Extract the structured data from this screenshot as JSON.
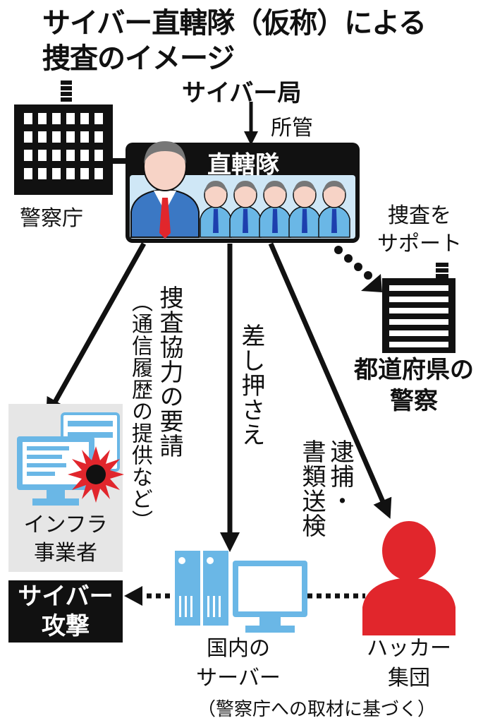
{
  "title": {
    "line1": "サイバー直轄隊（仮称）による",
    "line2": "捜査のイメージ"
  },
  "cyber_bureau": {
    "label": "サイバー局",
    "jurisdiction_label": "所管"
  },
  "npa": {
    "label": "警察庁"
  },
  "direct_unit": {
    "label": "直轄隊"
  },
  "support": {
    "label_line1": "捜査を",
    "label_line2": "サポート"
  },
  "prefectural_police": {
    "label_line1": "都道府県の",
    "label_line2": "警察"
  },
  "requests": {
    "main_label": "捜査協力の要請",
    "sub_label": "（通信履歴の提供など）"
  },
  "seizure": {
    "label": "差し押さえ"
  },
  "arrest": {
    "label_col1": "逮捕・",
    "label_col2": "書類送検"
  },
  "infrastructure": {
    "label_line1": "インフラ",
    "label_line2": "事業者"
  },
  "cyberattack": {
    "label_line1": "サイバー",
    "label_line2": "攻撃"
  },
  "domestic_server": {
    "label_line1": "国内の",
    "label_line2": "サーバー"
  },
  "hacker_group": {
    "label_line1": "ハッカー",
    "label_line2": "集団"
  },
  "source_note": "（警察庁への取材に基づく）",
  "colors": {
    "blue_light": "#6ab7e6",
    "blue_suit": "#3b78c4",
    "red": "#e1262c",
    "black": "#111111",
    "panel_gray": "#e6e6e6"
  }
}
